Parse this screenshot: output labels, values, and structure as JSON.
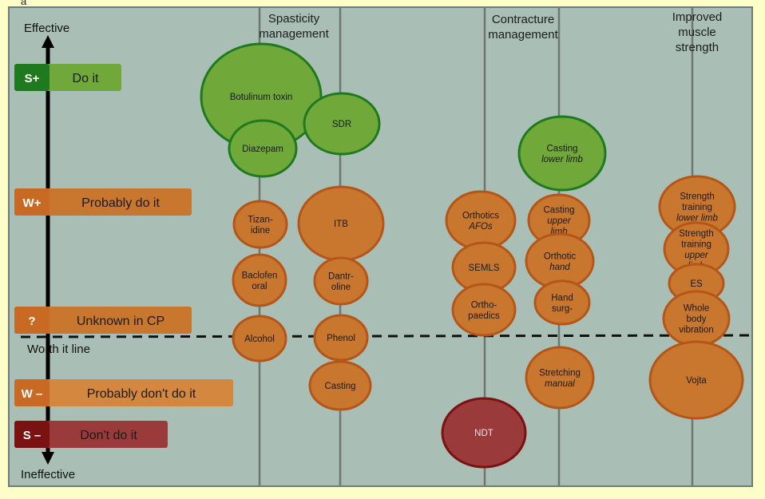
{
  "corner_label": "a",
  "axis": {
    "top_label": "Effective",
    "bottom_label": "Ineffective",
    "line_label": "Worth it line"
  },
  "colors": {
    "panel": "#a9bfb6",
    "strong_green": "#1f7a1f",
    "green": "#70a83a",
    "orange": "#c9762e",
    "orange_light": "#d98a44",
    "dark_red": "#7a1212",
    "red": "#9b3a3a"
  },
  "ratings": [
    {
      "code": "S+",
      "label": "Do it",
      "kind": "strong-positive"
    },
    {
      "code": "W+",
      "label": "Probably do it",
      "kind": "weak-positive"
    },
    {
      "code": "?",
      "label": "Unknown in CP",
      "kind": "unknown"
    },
    {
      "code": "W –",
      "label": "Probably don't do it",
      "kind": "weak-negative"
    },
    {
      "code": "S –",
      "label": "Don't do it",
      "kind": "strong-negative"
    }
  ],
  "columns": [
    {
      "heading": [
        "Spasticity",
        "management"
      ]
    },
    {
      "heading": [
        "Contracture",
        "management"
      ]
    },
    {
      "heading": [
        "Improved",
        "muscle",
        "strength"
      ]
    }
  ],
  "interventions": [
    {
      "id": "botulinum-toxin",
      "lines": [
        "Botulinum toxin"
      ],
      "italic": [],
      "rating": "S+"
    },
    {
      "id": "sdr",
      "lines": [
        "SDR"
      ],
      "italic": [],
      "rating": "S+"
    },
    {
      "id": "diazepam",
      "lines": [
        "Diazepam"
      ],
      "italic": [],
      "rating": "S+"
    },
    {
      "id": "tizanidine",
      "lines": [
        "Tizan-",
        "idine"
      ],
      "italic": [],
      "rating": "W+"
    },
    {
      "id": "itb",
      "lines": [
        "ITB"
      ],
      "italic": [],
      "rating": "W+"
    },
    {
      "id": "baclofen-oral",
      "lines": [
        "Baclofen",
        "oral"
      ],
      "italic": [],
      "rating": "W+"
    },
    {
      "id": "dantroline",
      "lines": [
        "Dantr-",
        "oline"
      ],
      "italic": [],
      "rating": "W+"
    },
    {
      "id": "alcohol",
      "lines": [
        "Alcohol"
      ],
      "italic": [],
      "rating": "W+"
    },
    {
      "id": "phenol",
      "lines": [
        "Phenol"
      ],
      "italic": [],
      "rating": "W+"
    },
    {
      "id": "casting-spasticity",
      "lines": [
        "Casting"
      ],
      "italic": [],
      "rating": "W –"
    },
    {
      "id": "orthotics-afos",
      "lines": [
        "Orthotics",
        "AFOs"
      ],
      "italic": [
        1
      ],
      "rating": "W+"
    },
    {
      "id": "semls",
      "lines": [
        "SEMLS"
      ],
      "italic": [],
      "rating": "W+"
    },
    {
      "id": "orthopaedics",
      "lines": [
        "Ortho-",
        "paedics"
      ],
      "italic": [],
      "rating": "W+"
    },
    {
      "id": "ndt",
      "lines": [
        "NDT"
      ],
      "italic": [],
      "rating": "S –"
    },
    {
      "id": "casting-lower-limb",
      "lines": [
        "Casting",
        "lower limb"
      ],
      "italic": [
        1
      ],
      "rating": "S+"
    },
    {
      "id": "casting-upper-limb",
      "lines": [
        "Casting",
        "upper",
        "limb"
      ],
      "italic": [
        1,
        2
      ],
      "rating": "W+"
    },
    {
      "id": "orthotic-hand",
      "lines": [
        "Orthotic",
        "hand"
      ],
      "italic": [
        1
      ],
      "rating": "W+"
    },
    {
      "id": "hand-surgery",
      "lines": [
        "Hand",
        "surg-"
      ],
      "italic": [],
      "rating": "W+"
    },
    {
      "id": "stretching-manual",
      "lines": [
        "Stretching",
        "manual"
      ],
      "italic": [
        1
      ],
      "rating": "W –"
    },
    {
      "id": "strength-training-lower-limb",
      "lines": [
        "Strength",
        "training",
        "lower limb"
      ],
      "italic": [
        2
      ],
      "rating": "W+"
    },
    {
      "id": "strength-training-upper-limb",
      "lines": [
        "Strength",
        "training",
        "upper",
        "limb"
      ],
      "italic": [
        2,
        3
      ],
      "rating": "W+"
    },
    {
      "id": "es",
      "lines": [
        "ES"
      ],
      "italic": [],
      "rating": "W+"
    },
    {
      "id": "whole-body-vibration",
      "lines": [
        "Whole",
        "body",
        "vibration"
      ],
      "italic": [],
      "rating": "W+"
    },
    {
      "id": "vojta",
      "lines": [
        "Vojta"
      ],
      "italic": [],
      "rating": "W –"
    }
  ]
}
